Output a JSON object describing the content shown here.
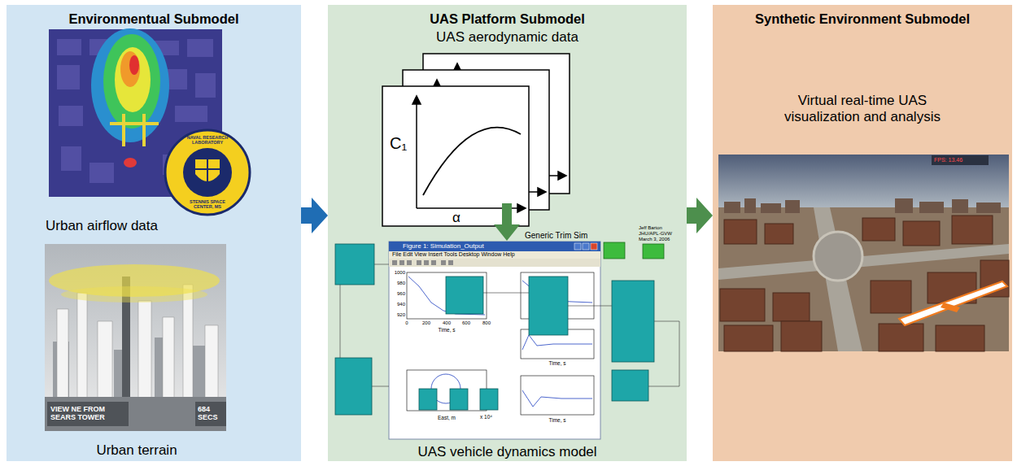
{
  "diagram": {
    "nodes": [
      {
        "text": [
          "Environmentual Submodel",
          "Urban airflow data",
          "Urban terrain"
        ]
      },
      {
        "text": [
          "UAS Platform Submodel",
          "UAS aerodynamic data",
          "UAS vehicle dynamics model"
        ]
      },
      {
        "text": [
          "Synthetic Environment Submodel",
          "Virtual real-time UAS visualization and analysis"
        ]
      }
    ],
    "edges": [
      {
        "from": 0,
        "to": 1,
        "arrow": "to"
      },
      {
        "from": 1,
        "to": 2,
        "arrow": "to"
      }
    ],
    "labels": [
      "NAVAL RESEARCH LABORATORY",
      "STENNIS SPACE CENTER, MS",
      "VIEW NE FROM SEARS TOWER",
      "684 SECS",
      "C₁",
      "α",
      "Generic Trim Sim",
      "Figure 1: Simulation_Output",
      "File Edit View Insert Tools Desktop Window Help",
      "Jeff Barton JHU/APL-GVW March 3, 2006",
      "1000",
      "980",
      "960",
      "940",
      "920",
      "0",
      "200",
      "400",
      "600",
      "800",
      "Time, s",
      "Time, s",
      "Time, s",
      "East, m",
      "x 10⁴",
      "FPS: 13.46"
    ]
  }
}
